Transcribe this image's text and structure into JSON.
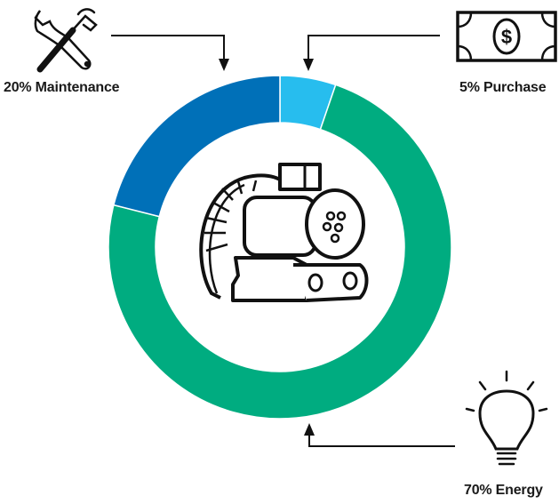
{
  "chart_data": {
    "type": "pie",
    "variant": "donut",
    "title": "",
    "slices": [
      {
        "label": "Purchase",
        "value": 5,
        "display": "5% Purchase",
        "color": "#27bdee",
        "icon": "money-bill-icon"
      },
      {
        "label": "Energy",
        "value": 70,
        "display": "70% Energy",
        "color": "#00ac80",
        "icon": "light-bulb-icon"
      },
      {
        "label": "Maintenance",
        "value": 20,
        "display": "20% Maintenance",
        "color": "#0070b8",
        "icon": "wrench-hammer-icon"
      }
    ],
    "center_icon": "motor-icon"
  }
}
